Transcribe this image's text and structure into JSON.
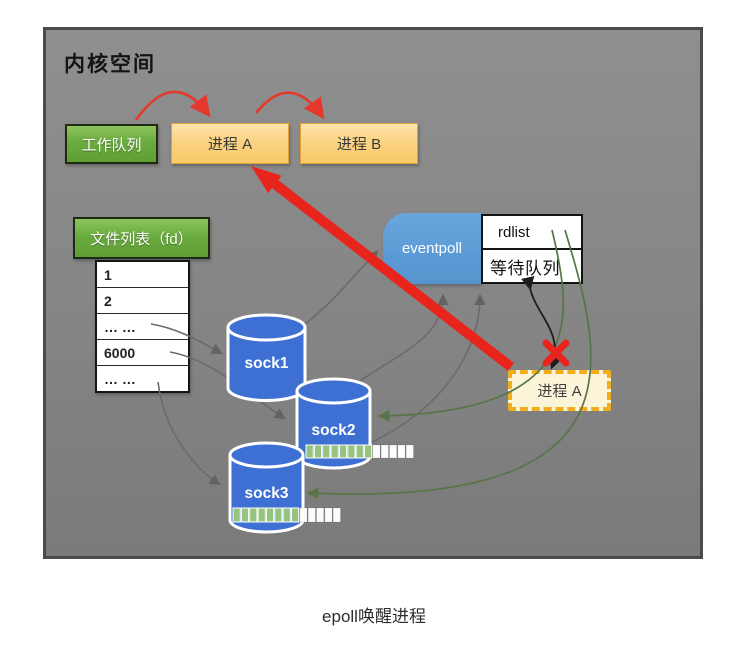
{
  "panel": {
    "title": "内核空间"
  },
  "caption": "epoll唤醒进程",
  "work_queue": {
    "label": "工作队列"
  },
  "process_a": {
    "label": "进程 A"
  },
  "process_b": {
    "label": "进程 B"
  },
  "fd_list": {
    "header": "文件列表（fd）",
    "rows": [
      "1",
      "2",
      "… …",
      "6000",
      "… …"
    ]
  },
  "eventpoll": {
    "label": "eventpoll"
  },
  "ep_table": {
    "rows": [
      "rdlist",
      "等待队列"
    ]
  },
  "sockets": [
    {
      "label": "sock1"
    },
    {
      "label": "sock2",
      "buffer": {
        "filled": 8,
        "empty": 5
      }
    },
    {
      "label": "sock3",
      "buffer": {
        "filled": 8,
        "empty": 5
      }
    }
  ],
  "process_a_blocked": {
    "label": "进程 A"
  },
  "colors": {
    "panel_bg": "#868686",
    "kernel_green": "#6aab3e",
    "process_orange": "#fbd382",
    "eventpoll_blue": "#5b9bd5",
    "socket_blue": "#3e70d3",
    "buffer_green": "#94c47e",
    "arrow_red": "#e8251d",
    "arrow_green": "#577549",
    "arrow_gray": "#6b6b6b",
    "dashed_gold": "#f1ae1c"
  }
}
